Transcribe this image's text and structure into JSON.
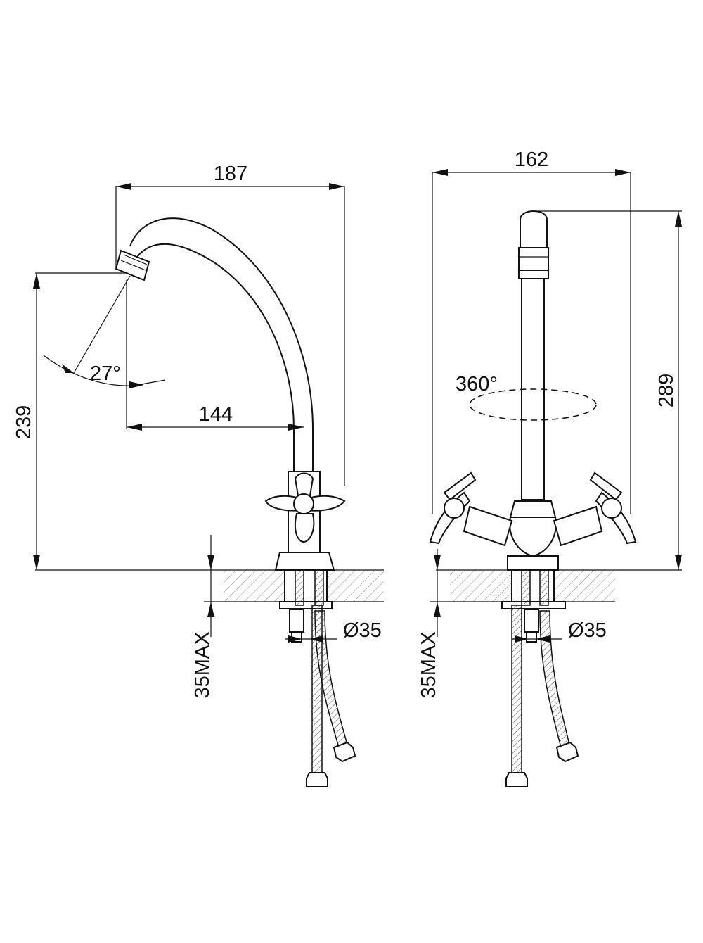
{
  "side_view": {
    "width_total": "187",
    "reach": "144",
    "height": "239",
    "aerator_angle": "27°",
    "hole_diameter": "Ø35",
    "max_counter_thickness": "35MAX"
  },
  "front_view": {
    "width_total": "162",
    "height": "289",
    "rotation": "360°",
    "hole_diameter": "Ø35",
    "max_counter_thickness": "35MAX"
  }
}
